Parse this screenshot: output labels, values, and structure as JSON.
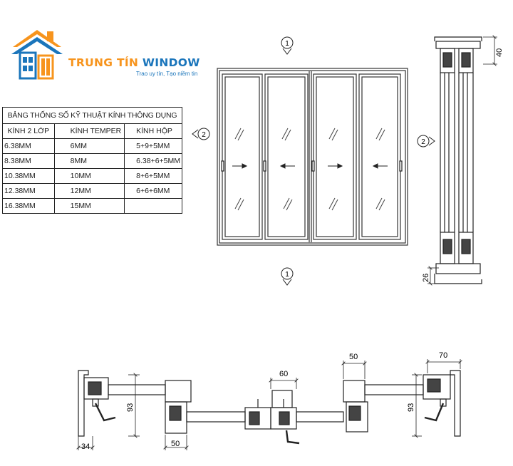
{
  "brand": {
    "name_part1": "TRUNG TÍN",
    "name_part2": "WINDOW",
    "slogan": "Trao uy tín, Tạo niềm tin",
    "colors": {
      "orange": "#f7941d",
      "blue": "#1a75bb"
    }
  },
  "spec_table": {
    "title": "BẢNG THỐNG SỐ KỸ THUẬT KÍNH  THÔNG DỤNG",
    "headers": [
      "KÍNH 2 LỚP",
      "KÍNH TEMPER",
      "KÍNH HỘP"
    ],
    "rows": [
      [
        "6.38MM",
        "6MM",
        "5+9+5MM"
      ],
      [
        "8.38MM",
        "8MM",
        "6.38+6+5MM"
      ],
      [
        "10.38MM",
        "10MM",
        "8+6+5MM"
      ],
      [
        "12.38MM",
        "12MM",
        "6+6+6MM"
      ],
      [
        "16.38MM",
        "15MM",
        ""
      ]
    ]
  },
  "elevation": {
    "section_marks": [
      "1",
      "1",
      "2",
      "2"
    ],
    "panels": 4,
    "arrow_directions": [
      "right",
      "left",
      "right",
      "left"
    ]
  },
  "vertical_section": {
    "dimensions": [
      "40",
      "26"
    ]
  },
  "horizontal_section": {
    "dimensions": [
      "34",
      "93",
      "50",
      "60",
      "50",
      "70",
      "93"
    ]
  },
  "icons": [
    "house-logo-icon",
    "section-marker-icon",
    "glass-reflection-icon",
    "sliding-arrow-icon",
    "handle-icon"
  ]
}
